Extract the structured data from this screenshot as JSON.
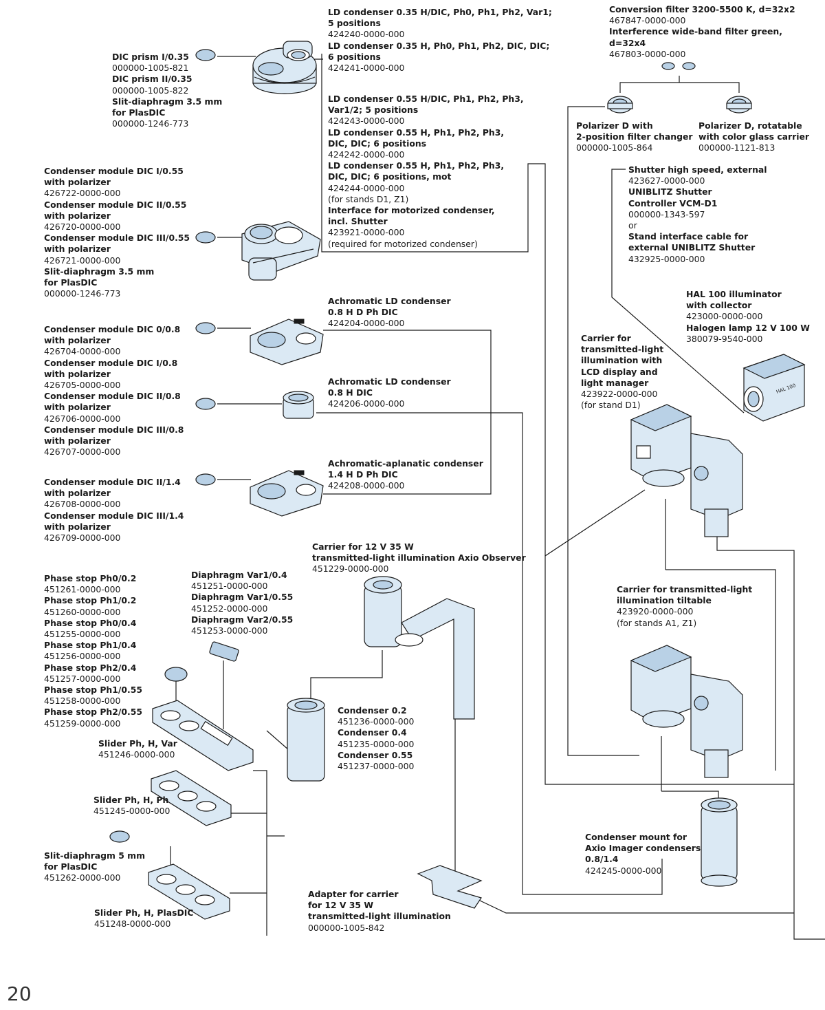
{
  "page_number": "20",
  "labels": [
    {
      "id": "ld-condenser-035",
      "lines": [
        {
          "t": "LD condenser 0.35 H/DIC, Ph0, Ph1, Ph2, Var1;",
          "b": true
        },
        {
          "t": "5 positions",
          "b": true
        },
        {
          "t": "424240-0000-000",
          "b": false
        },
        {
          "t": "LD condenser 0.35 H, Ph0, Ph1, Ph2, DIC, DIC;",
          "b": true
        },
        {
          "t": "6 positions",
          "b": true
        },
        {
          "t": "424241-0000-000",
          "b": false
        }
      ]
    },
    {
      "id": "ld-condenser-055",
      "lines": [
        {
          "t": "LD condenser 0.55 H/DIC, Ph1, Ph2, Ph3,",
          "b": true
        },
        {
          "t": "Var1/2; 5 positions",
          "b": true
        },
        {
          "t": "424243-0000-000",
          "b": false
        },
        {
          "t": "LD condenser 0.55 H, Ph1, Ph2, Ph3,",
          "b": true
        },
        {
          "t": "DIC, DIC; 6 positions",
          "b": true
        },
        {
          "t": "424242-0000-000",
          "b": false
        },
        {
          "t": "LD condenser 0.55 H, Ph1, Ph2, Ph3,",
          "b": true
        },
        {
          "t": "DIC, DIC; 6 positions, mot",
          "b": true
        },
        {
          "t": "424244-0000-000",
          "b": false
        },
        {
          "t": "(for stands D1, Z1)",
          "b": false
        },
        {
          "t": "Interface for motorized condenser,",
          "b": true
        },
        {
          "t": "incl. Shutter",
          "b": true
        },
        {
          "t": "423921-0000-000",
          "b": false
        },
        {
          "t": "(required for motorized condenser)",
          "b": false
        }
      ]
    },
    {
      "id": "dic-prism-035",
      "lines": [
        {
          "t": "DIC prism I/0.35",
          "b": true
        },
        {
          "t": "000000-1005-821",
          "b": false
        },
        {
          "t": "DIC prism II/0.35",
          "b": true
        },
        {
          "t": "000000-1005-822",
          "b": false
        },
        {
          "t": "Slit-diaphragm 3.5 mm",
          "b": true
        },
        {
          "t": "for PlasDIC",
          "b": true
        },
        {
          "t": "000000-1246-773",
          "b": false
        }
      ]
    },
    {
      "id": "conversion-filter",
      "lines": [
        {
          "t": "Conversion filter 3200-5500 K, d=32x2",
          "b": true
        },
        {
          "t": "467847-0000-000",
          "b": false
        },
        {
          "t": "Interference wide-band filter green,",
          "b": true
        },
        {
          "t": "d=32x4",
          "b": true
        },
        {
          "t": "467803-0000-000",
          "b": false
        }
      ]
    },
    {
      "id": "polarizer-d",
      "lines": [
        {
          "t": "Polarizer D with",
          "b": true
        },
        {
          "t": "2-position filter changer",
          "b": true
        },
        {
          "t": "000000-1005-864",
          "b": false
        }
      ]
    },
    {
      "id": "polarizer-d-rotatable",
      "lines": [
        {
          "t": "Polarizer D, rotatable",
          "b": true
        },
        {
          "t": "with color glass carrier",
          "b": true
        },
        {
          "t": "000000-1121-813",
          "b": false
        }
      ]
    },
    {
      "id": "condenser-module-055",
      "lines": [
        {
          "t": "Condenser module DIC I/0.55",
          "b": true
        },
        {
          "t": "with polarizer",
          "b": true
        },
        {
          "t": "426722-0000-000",
          "b": false
        },
        {
          "t": "Condenser module DIC II/0.55",
          "b": true
        },
        {
          "t": "with polarizer",
          "b": true
        },
        {
          "t": "426720-0000-000",
          "b": false
        },
        {
          "t": "Condenser module DIC III/0.55",
          "b": true
        },
        {
          "t": "with polarizer",
          "b": true
        },
        {
          "t": "426721-0000-000",
          "b": false
        },
        {
          "t": "Slit-diaphragm 3.5 mm",
          "b": true
        },
        {
          "t": "for PlasDIC",
          "b": true
        },
        {
          "t": "000000-1246-773",
          "b": false
        }
      ]
    },
    {
      "id": "shutter",
      "lines": [
        {
          "t": "Shutter high speed, external",
          "b": true
        },
        {
          "t": "423627-0000-000",
          "b": false
        },
        {
          "t": "UNIBLITZ Shutter",
          "b": true
        },
        {
          "t": "Controller VCM-D1",
          "b": true
        },
        {
          "t": "000000-1343-597",
          "b": false
        },
        {
          "t": "or",
          "b": false
        },
        {
          "t": "Stand interface cable for",
          "b": true
        },
        {
          "t": "external UNIBLITZ Shutter",
          "b": true
        },
        {
          "t": "432925-0000-000",
          "b": false
        }
      ]
    },
    {
      "id": "hal-100",
      "lines": [
        {
          "t": "HAL 100 illuminator",
          "b": true
        },
        {
          "t": "with collector",
          "b": true
        },
        {
          "t": "423000-0000-000",
          "b": false
        },
        {
          "t": "Halogen lamp 12 V 100 W",
          "b": true
        },
        {
          "t": "380079-9540-000",
          "b": false
        }
      ]
    },
    {
      "id": "achromatic-ld-08-ph",
      "lines": [
        {
          "t": "Achromatic LD condenser",
          "b": true
        },
        {
          "t": "0.8 H D Ph DIC",
          "b": true
        },
        {
          "t": "424204-0000-000",
          "b": false
        }
      ]
    },
    {
      "id": "carrier-lcd",
      "lines": [
        {
          "t": "Carrier for",
          "b": true
        },
        {
          "t": "transmitted-light",
          "b": true
        },
        {
          "t": "illumination with",
          "b": true
        },
        {
          "t": "LCD display and",
          "b": true
        },
        {
          "t": "light manager",
          "b": true
        },
        {
          "t": "423922-0000-000",
          "b": false
        },
        {
          "t": "(for stand D1)",
          "b": false
        }
      ]
    },
    {
      "id": "condenser-module-08",
      "lines": [
        {
          "t": "Condenser module DIC 0/0.8",
          "b": true
        },
        {
          "t": "with polarizer",
          "b": true
        },
        {
          "t": "426704-0000-000",
          "b": false
        },
        {
          "t": "Condenser module DIC I/0.8",
          "b": true
        },
        {
          "t": "with polarizer",
          "b": true
        },
        {
          "t": "426705-0000-000",
          "b": false
        },
        {
          "t": "Condenser module DIC II/0.8",
          "b": true
        },
        {
          "t": "with polarizer",
          "b": true
        },
        {
          "t": "426706-0000-000",
          "b": false
        },
        {
          "t": "Condenser module DIC III/0.8",
          "b": true
        },
        {
          "t": "with polarizer",
          "b": true
        },
        {
          "t": "426707-0000-000",
          "b": false
        }
      ]
    },
    {
      "id": "achromatic-ld-08-h",
      "lines": [
        {
          "t": "Achromatic LD condenser",
          "b": true
        },
        {
          "t": "0.8 H DIC",
          "b": true
        },
        {
          "t": "424206-0000-000",
          "b": false
        }
      ]
    },
    {
      "id": "achromatic-aplanatic",
      "lines": [
        {
          "t": "Achromatic-aplanatic condenser",
          "b": true
        },
        {
          "t": "1.4 H D Ph DIC",
          "b": true
        },
        {
          "t": "424208-0000-000",
          "b": false
        }
      ]
    },
    {
      "id": "condenser-module-14",
      "lines": [
        {
          "t": "Condenser module DIC II/1.4",
          "b": true
        },
        {
          "t": "with polarizer",
          "b": true
        },
        {
          "t": "426708-0000-000",
          "b": false
        },
        {
          "t": "Condenser module DIC III/1.4",
          "b": true
        },
        {
          "t": "with polarizer",
          "b": true
        },
        {
          "t": "426709-0000-000",
          "b": false
        }
      ]
    },
    {
      "id": "carrier-12v-35w",
      "lines": [
        {
          "t": "Carrier for 12 V 35 W",
          "b": true
        },
        {
          "t": "transmitted-light illumination Axio Observer",
          "b": true
        },
        {
          "t": "451229-0000-000",
          "b": false
        }
      ]
    },
    {
      "id": "phase-stops",
      "lines": [
        {
          "t": "Phase stop Ph0/0.2",
          "b": true
        },
        {
          "t": "451261-0000-000",
          "b": false
        },
        {
          "t": "Phase stop Ph1/0.2",
          "b": true
        },
        {
          "t": "451260-0000-000",
          "b": false
        },
        {
          "t": "Phase stop Ph0/0.4",
          "b": true
        },
        {
          "t": "451255-0000-000",
          "b": false
        },
        {
          "t": "Phase stop Ph1/0.4",
          "b": true
        },
        {
          "t": "451256-0000-000",
          "b": false
        },
        {
          "t": "Phase stop Ph2/0.4",
          "b": true
        },
        {
          "t": "451257-0000-000",
          "b": false
        },
        {
          "t": "Phase stop Ph1/0.55",
          "b": true
        },
        {
          "t": "451258-0000-000",
          "b": false
        },
        {
          "t": "Phase stop Ph2/0.55",
          "b": true
        },
        {
          "t": "451259-0000-000",
          "b": false
        }
      ]
    },
    {
      "id": "diaphragms",
      "lines": [
        {
          "t": "Diaphragm Var1/0.4",
          "b": true
        },
        {
          "t": "451251-0000-000",
          "b": false
        },
        {
          "t": "Diaphragm Var1/0.55",
          "b": true
        },
        {
          "t": "451252-0000-000",
          "b": false
        },
        {
          "t": "Diaphragm Var2/0.55",
          "b": true
        },
        {
          "t": "451253-0000-000",
          "b": false
        }
      ]
    },
    {
      "id": "carrier-tiltable",
      "lines": [
        {
          "t": "Carrier for transmitted-light",
          "b": true
        },
        {
          "t": "illumination tiltable",
          "b": true
        },
        {
          "t": "423920-0000-000",
          "b": false
        },
        {
          "t": "(for stands A1, Z1)",
          "b": false
        }
      ]
    },
    {
      "id": "condensers-02-055",
      "lines": [
        {
          "t": "Condenser 0.2",
          "b": true
        },
        {
          "t": "451236-0000-000",
          "b": false
        },
        {
          "t": "Condenser 0.4",
          "b": true
        },
        {
          "t": "451235-0000-000",
          "b": false
        },
        {
          "t": "Condenser 0.55",
          "b": true
        },
        {
          "t": "451237-0000-000",
          "b": false
        }
      ]
    },
    {
      "id": "slider-ph-h-var",
      "lines": [
        {
          "t": "Slider Ph, H, Var",
          "b": true
        },
        {
          "t": "451246-0000-000",
          "b": false
        }
      ]
    },
    {
      "id": "slider-ph-h-ph",
      "lines": [
        {
          "t": "Slider Ph, H, Ph",
          "b": true
        },
        {
          "t": "451245-0000-000",
          "b": false
        }
      ]
    },
    {
      "id": "slit-diaphragm-5",
      "lines": [
        {
          "t": "Slit-diaphragm 5 mm",
          "b": true
        },
        {
          "t": "for PlasDIC",
          "b": true
        },
        {
          "t": "451262-0000-000",
          "b": false
        }
      ]
    },
    {
      "id": "condenser-mount",
      "lines": [
        {
          "t": "Condenser mount for",
          "b": true
        },
        {
          "t": "Axio Imager condensers",
          "b": true
        },
        {
          "t": "0.8/1.4",
          "b": true
        },
        {
          "t": "424245-0000-000",
          "b": false
        }
      ]
    },
    {
      "id": "adapter-carrier",
      "lines": [
        {
          "t": "Adapter for carrier",
          "b": true
        },
        {
          "t": "for 12 V 35 W",
          "b": true
        },
        {
          "t": "transmitted-light illumination",
          "b": true
        },
        {
          "t": "000000-1005-842",
          "b": false
        }
      ]
    },
    {
      "id": "slider-ph-h-plasdic",
      "lines": [
        {
          "t": "Slider Ph, H, PlasDIC",
          "b": true
        },
        {
          "t": "451248-0000-000",
          "b": false
        }
      ]
    }
  ],
  "lamp_badge": "HAL 100"
}
